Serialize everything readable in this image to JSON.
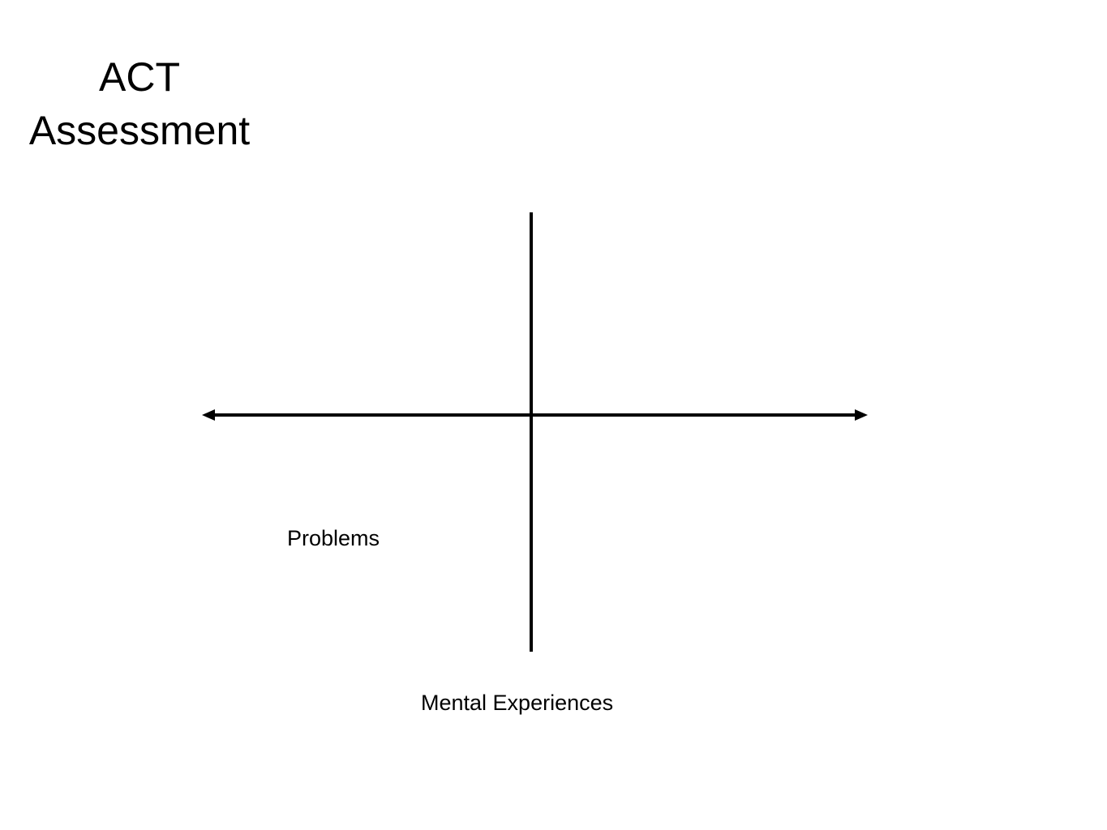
{
  "slide": {
    "title_line1": "ACT",
    "title_line2": "Assessment"
  },
  "diagram": {
    "labels": {
      "problems": "Problems",
      "mental_experiences": "Mental Experiences"
    },
    "line_color": "#000000"
  }
}
